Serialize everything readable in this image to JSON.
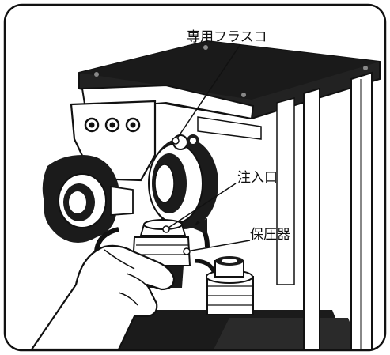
{
  "callouts": {
    "flask": "専用フラスコ",
    "inlet": "注入口",
    "pressure": "保圧器"
  },
  "colors": {
    "ink": "#111111",
    "dark": "#1b1b1b",
    "frame": "#2a2a2a",
    "paper": "#ffffff"
  },
  "icons": {
    "rotation_arrow": "curved-rotate-arrow"
  }
}
